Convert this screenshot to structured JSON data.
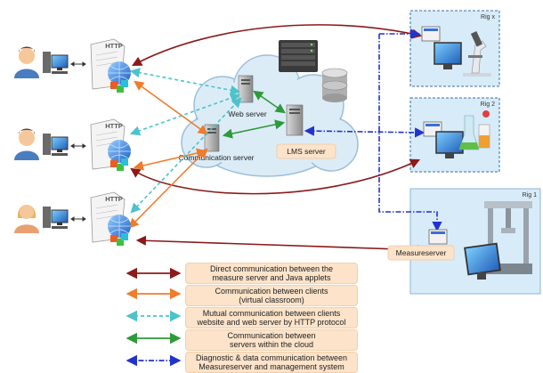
{
  "colors": {
    "direct": "#8b1a1a",
    "clients": "#f07c2c",
    "http": "#4cc3cc",
    "cloud": "#2e9a3a",
    "diagnostic": "#2233cc",
    "cloud_fill": "#dcecf7",
    "rig_fill": "#d8ebf8",
    "legend_fill": "#fce3c9"
  },
  "icons": [
    "user-avatar-icon",
    "desktop-computer-icon",
    "http-document-icon",
    "globe-icon",
    "server-tower-icon",
    "server-rack-icon",
    "database-icon",
    "microscope-icon",
    "lab-glassware-icon",
    "tensile-tester-icon"
  ],
  "http_label": "HTTP",
  "cloud": {
    "web_server": "Web server",
    "communication_server": "Communication server",
    "lms_server": "LMS server"
  },
  "rigs": {
    "rig_x": "Rig x",
    "rig_2": "Rig 2",
    "rig_1": "Rig 1",
    "measureserver": "Measureserver"
  },
  "legend": [
    {
      "line1": "Direct communication between the",
      "line2": "measure server and Java applets"
    },
    {
      "line1": "Communication between clients",
      "line2": "(virtual classroom)"
    },
    {
      "line1": "Mutual communication between clients",
      "line2": "website and web server by HTTP protocol"
    },
    {
      "line1": "Communication between",
      "line2": "servers within the cloud"
    },
    {
      "line1": "Diagnostic & data communication between",
      "line2": "Measureserver and management system"
    }
  ]
}
